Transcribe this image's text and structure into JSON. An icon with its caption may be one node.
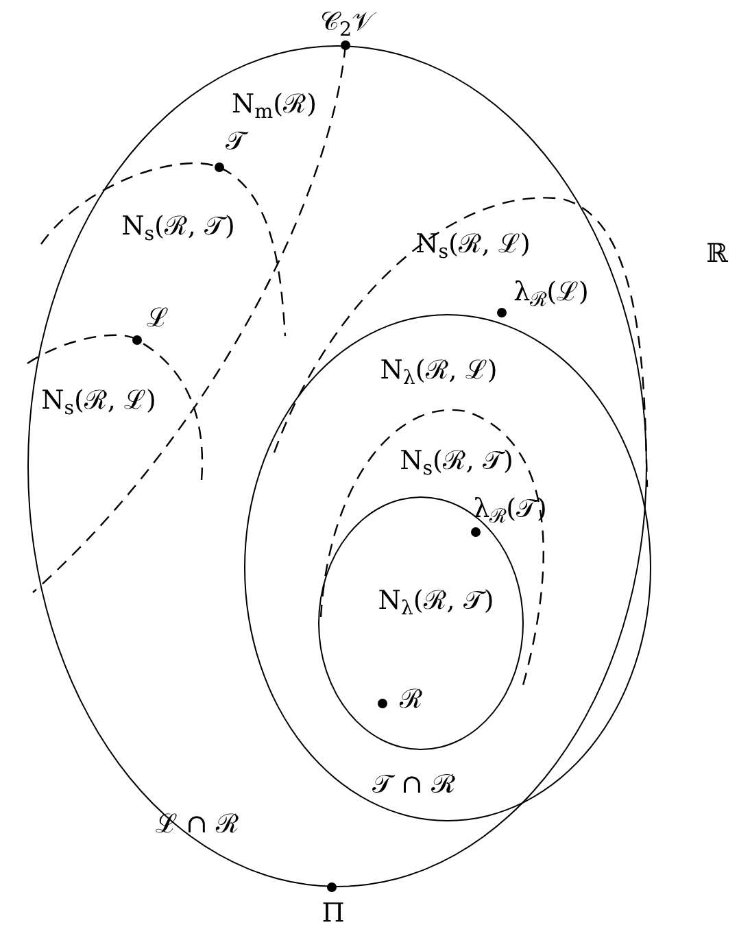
{
  "diagram": {
    "nodes": [
      {
        "text": [
          "ℒ ∩ ℛ"
        ]
      },
      {
        "text": [
          "N$_{λ}$(ℛ, ℒ)",
          "𝒯 ∩ ℛ"
        ],
        "in": 0
      },
      {
        "text": [
          "N$_{λ}$(ℛ, 𝒯)"
        ],
        "in": 1
      }
    ],
    "labels": [
      "𝒞$_{2}$𝒱",
      "N$_{m}$(ℛ)",
      "𝒯",
      "N$_{s}$(ℛ, 𝒯)",
      "N$_{s}$(ℛ, ℒ)",
      "ℝ",
      "ℒ",
      "λ$_{ℛ}$(ℒ)",
      "N$_{s}$(ℛ, ℒ)",
      "N$_{s}$(ℛ, 𝒯)",
      "λ$_{ℛ}$(𝒯)",
      "ℛ",
      "Π"
    ]
  }
}
